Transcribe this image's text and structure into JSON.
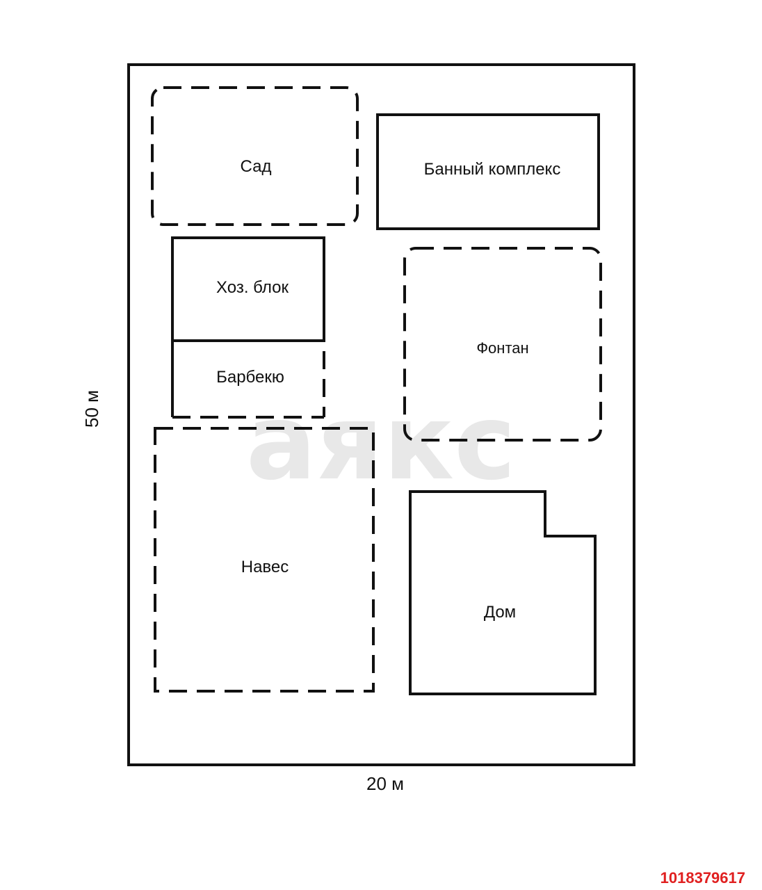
{
  "plot": {
    "width_label": "20 м",
    "height_label": "50 м"
  },
  "zones": {
    "garden": "Сад",
    "bath_complex": "Банный комплекс",
    "utility_block": "Хоз. блок",
    "barbecue": "Барбекю",
    "fountain": "Фонтан",
    "canopy": "Навес",
    "house": "Дом"
  },
  "watermark": "аякс",
  "listing_id": "1018379617",
  "colors": {
    "stroke": "#111111",
    "watermark": "#d9d9d9",
    "listing_id": "#e02020"
  }
}
